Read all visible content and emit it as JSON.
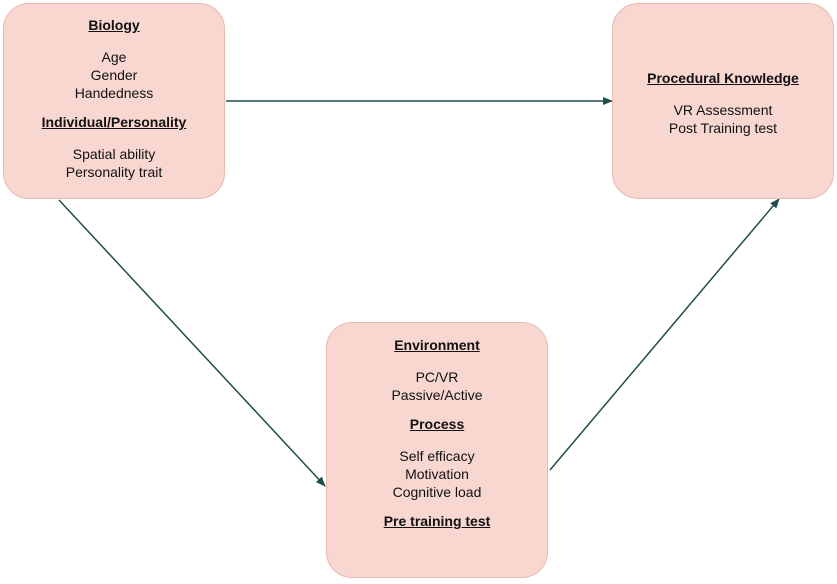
{
  "colors": {
    "box_fill": "#f8d7d1",
    "arrow": "#1f4f4a"
  },
  "boxes": {
    "biology": {
      "heading1": "Biology",
      "items1": [
        "Age",
        "Gender",
        "Handedness"
      ],
      "heading2": "Individual/Personality",
      "items2": [
        "Spatial ability",
        "Personality trait"
      ]
    },
    "procedural": {
      "heading1": "Procedural Knowledge",
      "items1": [
        "VR Assessment",
        "Post Training test"
      ]
    },
    "environment": {
      "heading1": "Environment",
      "items1": [
        "PC/VR",
        "Passive/Active"
      ],
      "heading2": "Process",
      "items2": [
        "Self efficacy",
        "Motivation",
        "Cognitive load"
      ],
      "heading3": "Pre training test"
    }
  }
}
